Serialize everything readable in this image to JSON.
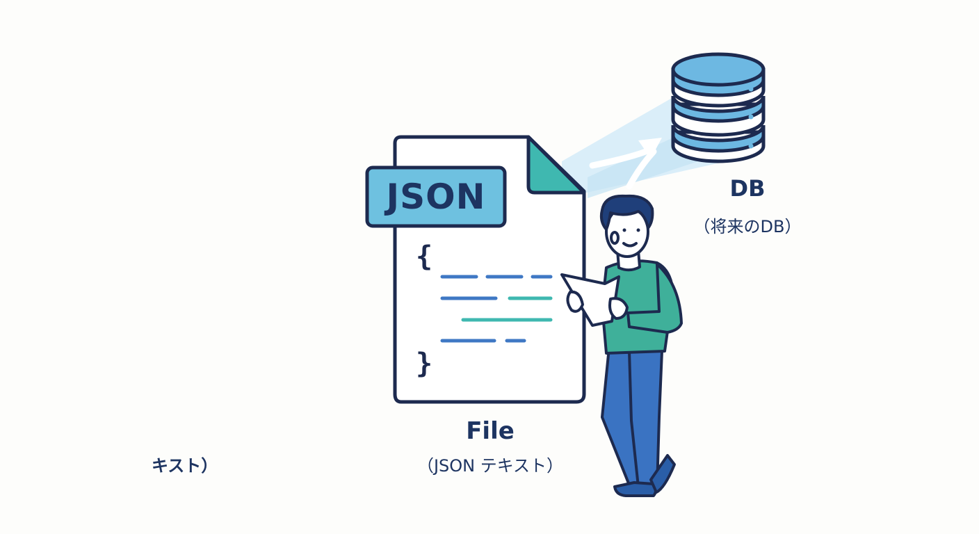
{
  "file": {
    "tag": "JSON",
    "title": "File",
    "subtitle": "（JSON テキスト）",
    "brace_open": "{",
    "brace_close": "}"
  },
  "database": {
    "title": "DB",
    "subtitle": "（将来のDB）"
  },
  "stray_text": "キスト）",
  "icons": [
    "document-icon",
    "database-icon",
    "person-reading-icon",
    "arrow-icon"
  ],
  "colors": {
    "outline": "#1d2a4f",
    "tag_fill": "#6ec1e0",
    "fold_fill": "#3fb8b0",
    "db_fill": "#6db8e2",
    "beam": "#cfe7f6",
    "code_blue": "#3f78c4",
    "code_teal": "#3fb8b0",
    "shirt": "#3fb09a",
    "pants": "#3a73c2",
    "hair": "#1f3f7a",
    "text": "#1d3461"
  }
}
